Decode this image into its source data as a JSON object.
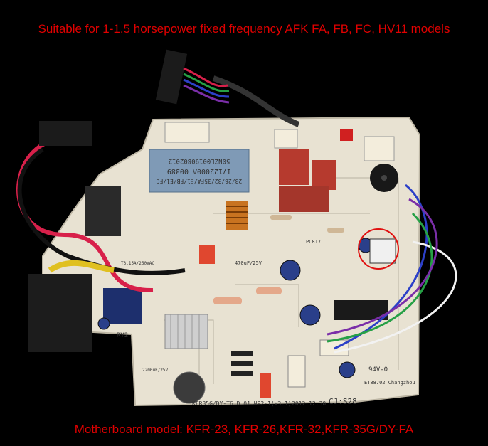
{
  "captions": {
    "top": "Suitable for 1-1.5 horsepower fixed frequency AFK FA, FB, FC, HV11 models",
    "bottom": "Motherboard model: KFR-23, KFR-26,KFR-32,KFR-35G/DY-FA"
  },
  "board": {
    "label_model": "KFR35G/DY-T6.D.01.NP2-1(V3.1)",
    "label_date": "2012.12.30",
    "label_code": "CJ:S28",
    "label_sticker_1": "23/26/32/35FA/E1/FB/E1/FC",
    "label_sticker_2": "17122000A 00389",
    "label_sticker_3": "50NZL00190802012",
    "label_cap": "470uF/25V",
    "label_cap2": "2200uF/25V",
    "label_ic": "PC817",
    "label_relay": "RY2",
    "label_fuse": "T3.15A/250VAC",
    "label_chip": "ET88702 Changzhou",
    "label_94v": "94V-0"
  },
  "colors": {
    "caption": "#e00000",
    "board": "#e8e2d2",
    "background": "#000000"
  }
}
